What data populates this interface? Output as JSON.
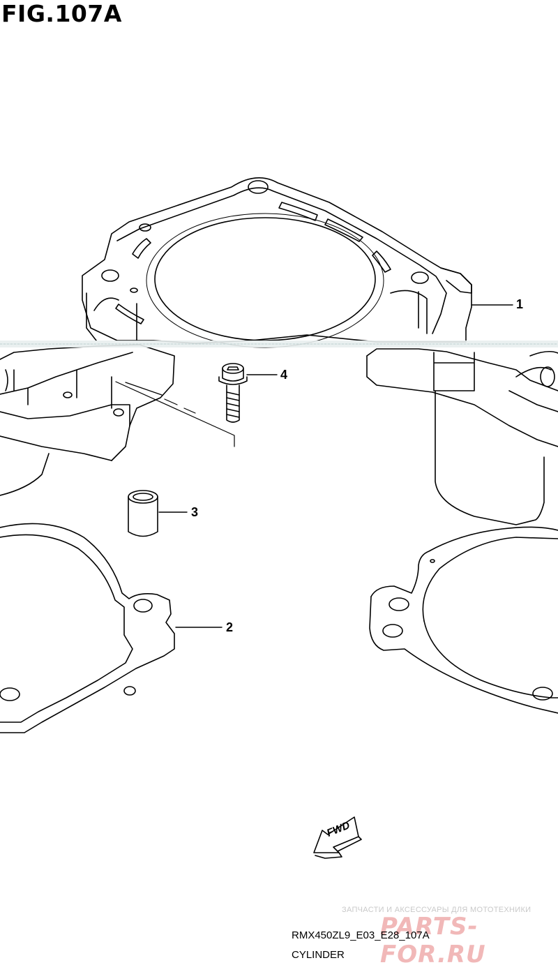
{
  "figure": {
    "title": "FIG.107A"
  },
  "callouts": [
    "1",
    "2",
    "3",
    "4"
  ],
  "fwd_label": "FWD",
  "footer": {
    "code": "RMX450ZL9_E03_E28_107A",
    "name": "CYLINDER"
  },
  "watermark": {
    "line": "ЗАПЧАСТИ И АКСЕССУАРЫ ДЛЯ МОТОТЕХНИКИ",
    "logo": "PARTS-FOR.RU"
  },
  "colors": {
    "line": "#000000",
    "background": "#ffffff",
    "watermark_logo": "#f1b8b8"
  }
}
